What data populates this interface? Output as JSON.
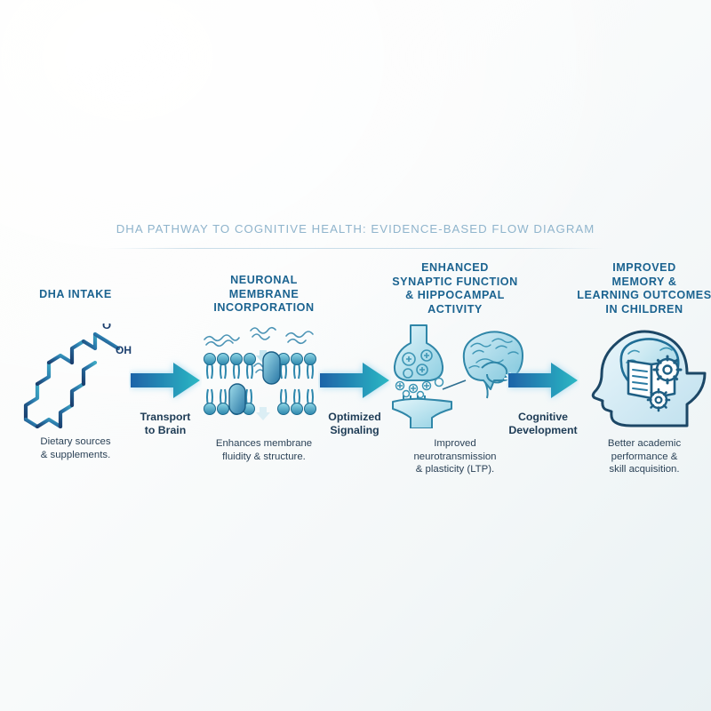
{
  "diagram": {
    "title": "DHA PATHWAY TO COGNITIVE HEALTH: EVIDENCE-BASED FLOW DIAGRAM",
    "colors": {
      "heading": "#1b6390",
      "title": "#8fb4cc",
      "caption": "#2b4257",
      "arrow_start": "#1e63a8",
      "arrow_end": "#2bb8c4",
      "background": "#f7fafa"
    },
    "stages": [
      {
        "heading": "DHA INTAKE",
        "caption": "Dietary sources\n& supplements.",
        "icon": "dha-molecule-icon"
      },
      {
        "heading": "NEURONAL\nMEMBRANE\nINCORPORATION",
        "caption": "Enhances membrane\nfluidity & structure.",
        "icon": "phospholipid-bilayer-icon"
      },
      {
        "heading": "ENHANCED\nSYNAPTIC FUNCTION\n& HIPPOCAMPAL\nACTIVITY",
        "caption": "Improved\nneurotransmission\n& plasticity (LTP).",
        "icon": "synapse-brain-icon"
      },
      {
        "heading": "IMPROVED\nMEMORY &\nLEARNING OUTCOMES\nIN CHILDREN",
        "caption": "Better academic\nperformance &\nskill acquisition.",
        "icon": "child-head-brain-book-icon"
      }
    ],
    "transitions": [
      {
        "label": "Transport\nto Brain",
        "icon": "right-arrow-icon"
      },
      {
        "label": "Optimized\nSignaling",
        "icon": "right-arrow-icon"
      },
      {
        "label": "Cognitive\nDevelopment",
        "icon": "right-arrow-icon"
      }
    ]
  }
}
